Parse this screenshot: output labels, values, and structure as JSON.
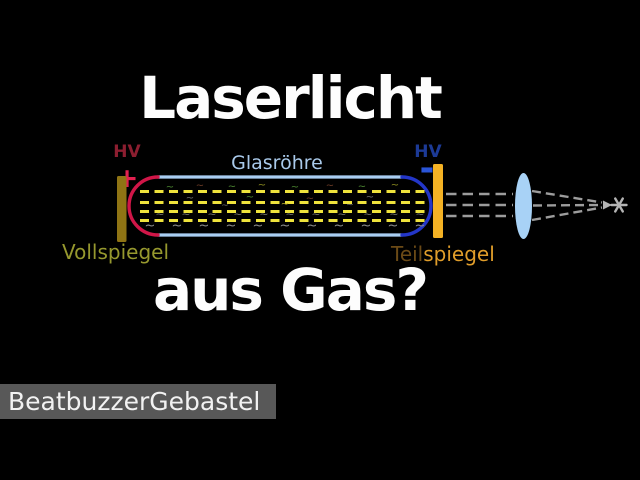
{
  "title": {
    "line1": "Laserlicht",
    "line2": "aus Gas?"
  },
  "watermark": "BeatbuzzerGebastel",
  "diagram": {
    "tube_label": "Glasröhre",
    "hv_left": {
      "label": "HV",
      "polarity": "+"
    },
    "hv_right": {
      "label": "HV",
      "polarity": "-"
    },
    "full_mirror_label": "Vollspiegel",
    "partial_mirror_label": {
      "part1": "Teil",
      "part2": "spiegel"
    },
    "gas_particle_symbol": "~",
    "colors": {
      "background": "#000000",
      "title_text": "#fdfdfd",
      "tube_outline": "#a9cdf2",
      "anode_cap": "#d01648",
      "cathode_cap": "#2336c8",
      "hv_left_label": "#8c1e30",
      "hv_left_polarity": "#e32050",
      "hv_right_label": "#1c3a96",
      "hv_right_polarity": "#2a55d8",
      "gas_dashes": "#eee23c",
      "full_mirror": "#8f7414",
      "partial_mirror": "#f4b224",
      "full_mirror_label": "#96982e",
      "partial_mirror_label_dark": "#6b4a16",
      "partial_mirror_label_bright": "#e09d2a",
      "beam": "#9c9c9c",
      "lens": "#a8d2f6",
      "glass_label": "#a9c9ea",
      "focus_star": "#b4b4b4",
      "watermark_bg": "#585858"
    }
  }
}
